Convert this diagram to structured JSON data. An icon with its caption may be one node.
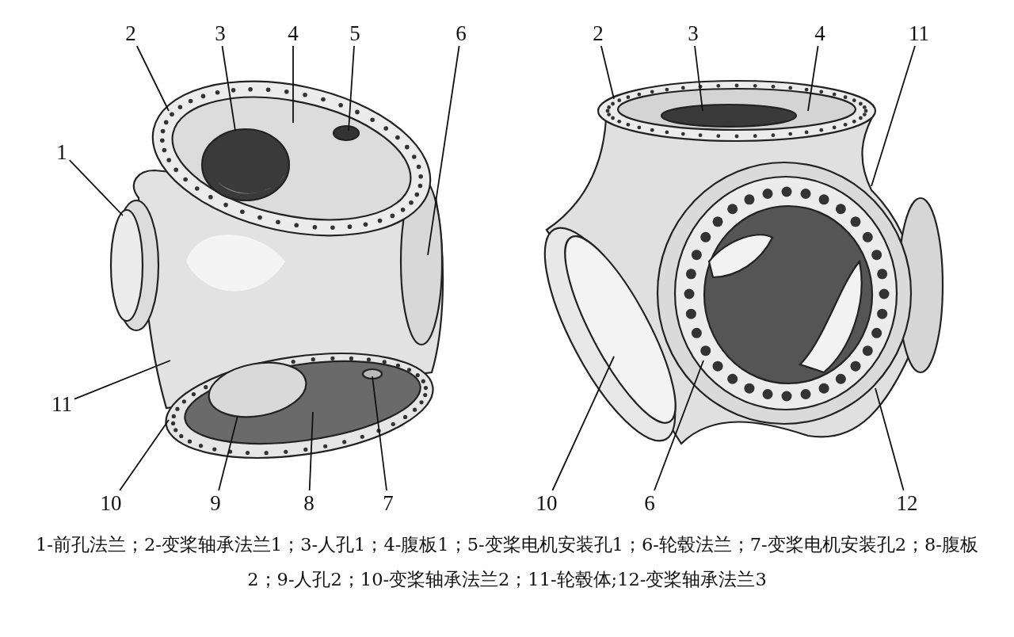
{
  "diagram": {
    "caption": "1-前孔法兰；2-变桨轴承法兰1；3-人孔1；4-腹板1；5-变桨电机安装孔1；6-轮毂法兰；7-变桨电机安装孔2；8-腹板2；9-人孔2；10-变桨轴承法兰2；11-轮毂体;12-变桨轴承法兰3",
    "nodes": [
      {
        "text": [
          "2"
        ]
      },
      {
        "text": [
          "3"
        ]
      },
      {
        "text": [
          "4"
        ]
      },
      {
        "text": [
          "5"
        ]
      },
      {
        "text": [
          "6"
        ]
      },
      {
        "text": [
          "2"
        ]
      },
      {
        "text": [
          "3"
        ]
      },
      {
        "text": [
          "4"
        ]
      },
      {
        "text": [
          "11"
        ]
      },
      {
        "text": [
          "1"
        ]
      },
      {
        "text": [
          "11"
        ]
      },
      {
        "text": [
          "10"
        ]
      },
      {
        "text": [
          "9"
        ]
      },
      {
        "text": [
          "8"
        ]
      },
      {
        "text": [
          "7"
        ]
      },
      {
        "text": [
          "10"
        ]
      },
      {
        "text": [
          "6"
        ]
      },
      {
        "text": [
          "12"
        ]
      }
    ],
    "edges": [
      {
        "from": 0,
        "to": null,
        "arrow": "none"
      },
      {
        "from": 1,
        "to": null,
        "arrow": "none"
      },
      {
        "from": 2,
        "to": null,
        "arrow": "none"
      },
      {
        "from": 3,
        "to": null,
        "arrow": "none"
      },
      {
        "from": 4,
        "to": null,
        "arrow": "none"
      },
      {
        "from": 5,
        "to": null,
        "arrow": "none"
      },
      {
        "from": 6,
        "to": null,
        "arrow": "none"
      },
      {
        "from": 7,
        "to": null,
        "arrow": "none"
      },
      {
        "from": 8,
        "to": null,
        "arrow": "none"
      },
      {
        "from": 9,
        "to": null,
        "arrow": "none"
      },
      {
        "from": 10,
        "to": null,
        "arrow": "none"
      },
      {
        "from": 11,
        "to": null,
        "arrow": "none"
      },
      {
        "from": 12,
        "to": null,
        "arrow": "none"
      },
      {
        "from": 13,
        "to": null,
        "arrow": "none"
      },
      {
        "from": 14,
        "to": null,
        "arrow": "none"
      },
      {
        "from": 15,
        "to": null,
        "arrow": "none"
      },
      {
        "from": 16,
        "to": null,
        "arrow": "none"
      },
      {
        "from": 17,
        "to": null,
        "arrow": "none"
      }
    ]
  }
}
